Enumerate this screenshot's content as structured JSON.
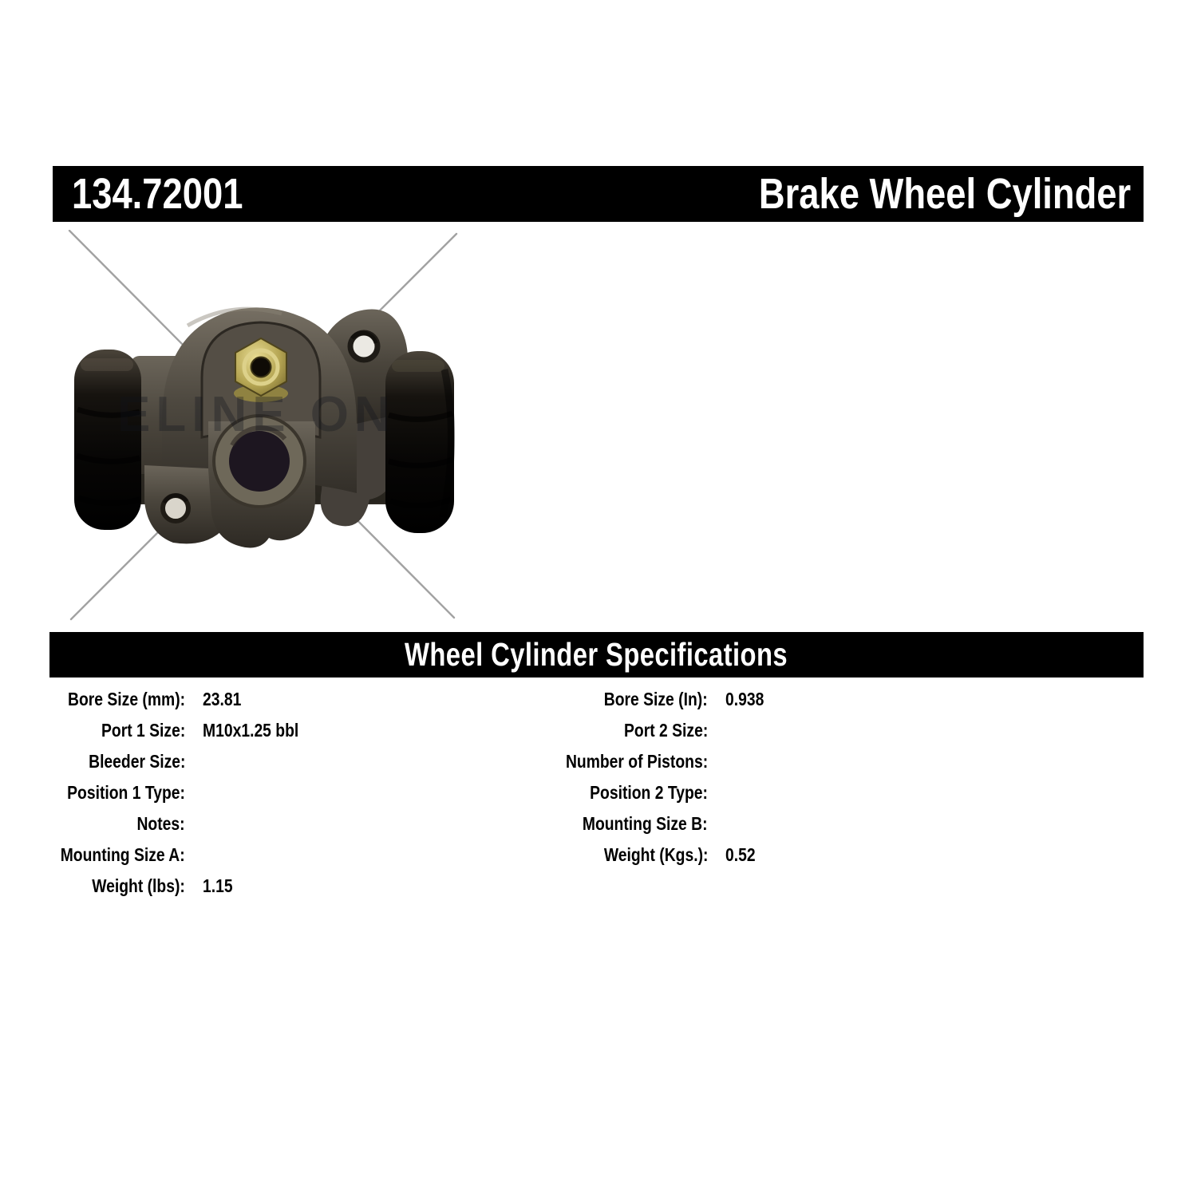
{
  "header": {
    "part_number": "134.72001",
    "product_title": "Brake Wheel Cylinder"
  },
  "specs": {
    "title": "Wheel Cylinder Specifications",
    "left": [
      {
        "label": "Bore Size (mm):",
        "value": "23.81"
      },
      {
        "label": "Port 1 Size:",
        "value": "M10x1.25 bbl"
      },
      {
        "label": "Bleeder Size:",
        "value": ""
      },
      {
        "label": "Position 1 Type:",
        "value": ""
      },
      {
        "label": "Notes:",
        "value": ""
      },
      {
        "label": "Mounting Size A:",
        "value": ""
      },
      {
        "label": "Weight (lbs):",
        "value": "1.15"
      }
    ],
    "right": [
      {
        "label": "Bore Size (In):",
        "value": "0.938"
      },
      {
        "label": "Port 2 Size:",
        "value": ""
      },
      {
        "label": "Number of Pistons:",
        "value": ""
      },
      {
        "label": "Position 2 Type:",
        "value": ""
      },
      {
        "label": "Mounting Size B:",
        "value": ""
      },
      {
        "label": "Weight (Kgs.):",
        "value": "0.52"
      }
    ]
  },
  "image": {
    "description": "Brake wheel cylinder product photo with placeholder crosshair",
    "watermark": "ELINE ON",
    "colors": {
      "cast_iron": "#4a453c",
      "rubber_boot": "#12100c",
      "brass_fitting": "#b5a553",
      "crosshair": "#a2a2a2"
    }
  },
  "colors": {
    "bar_background": "#000000",
    "bar_text": "#ffffff",
    "spec_text": "#000000",
    "page_background": "#ffffff"
  }
}
